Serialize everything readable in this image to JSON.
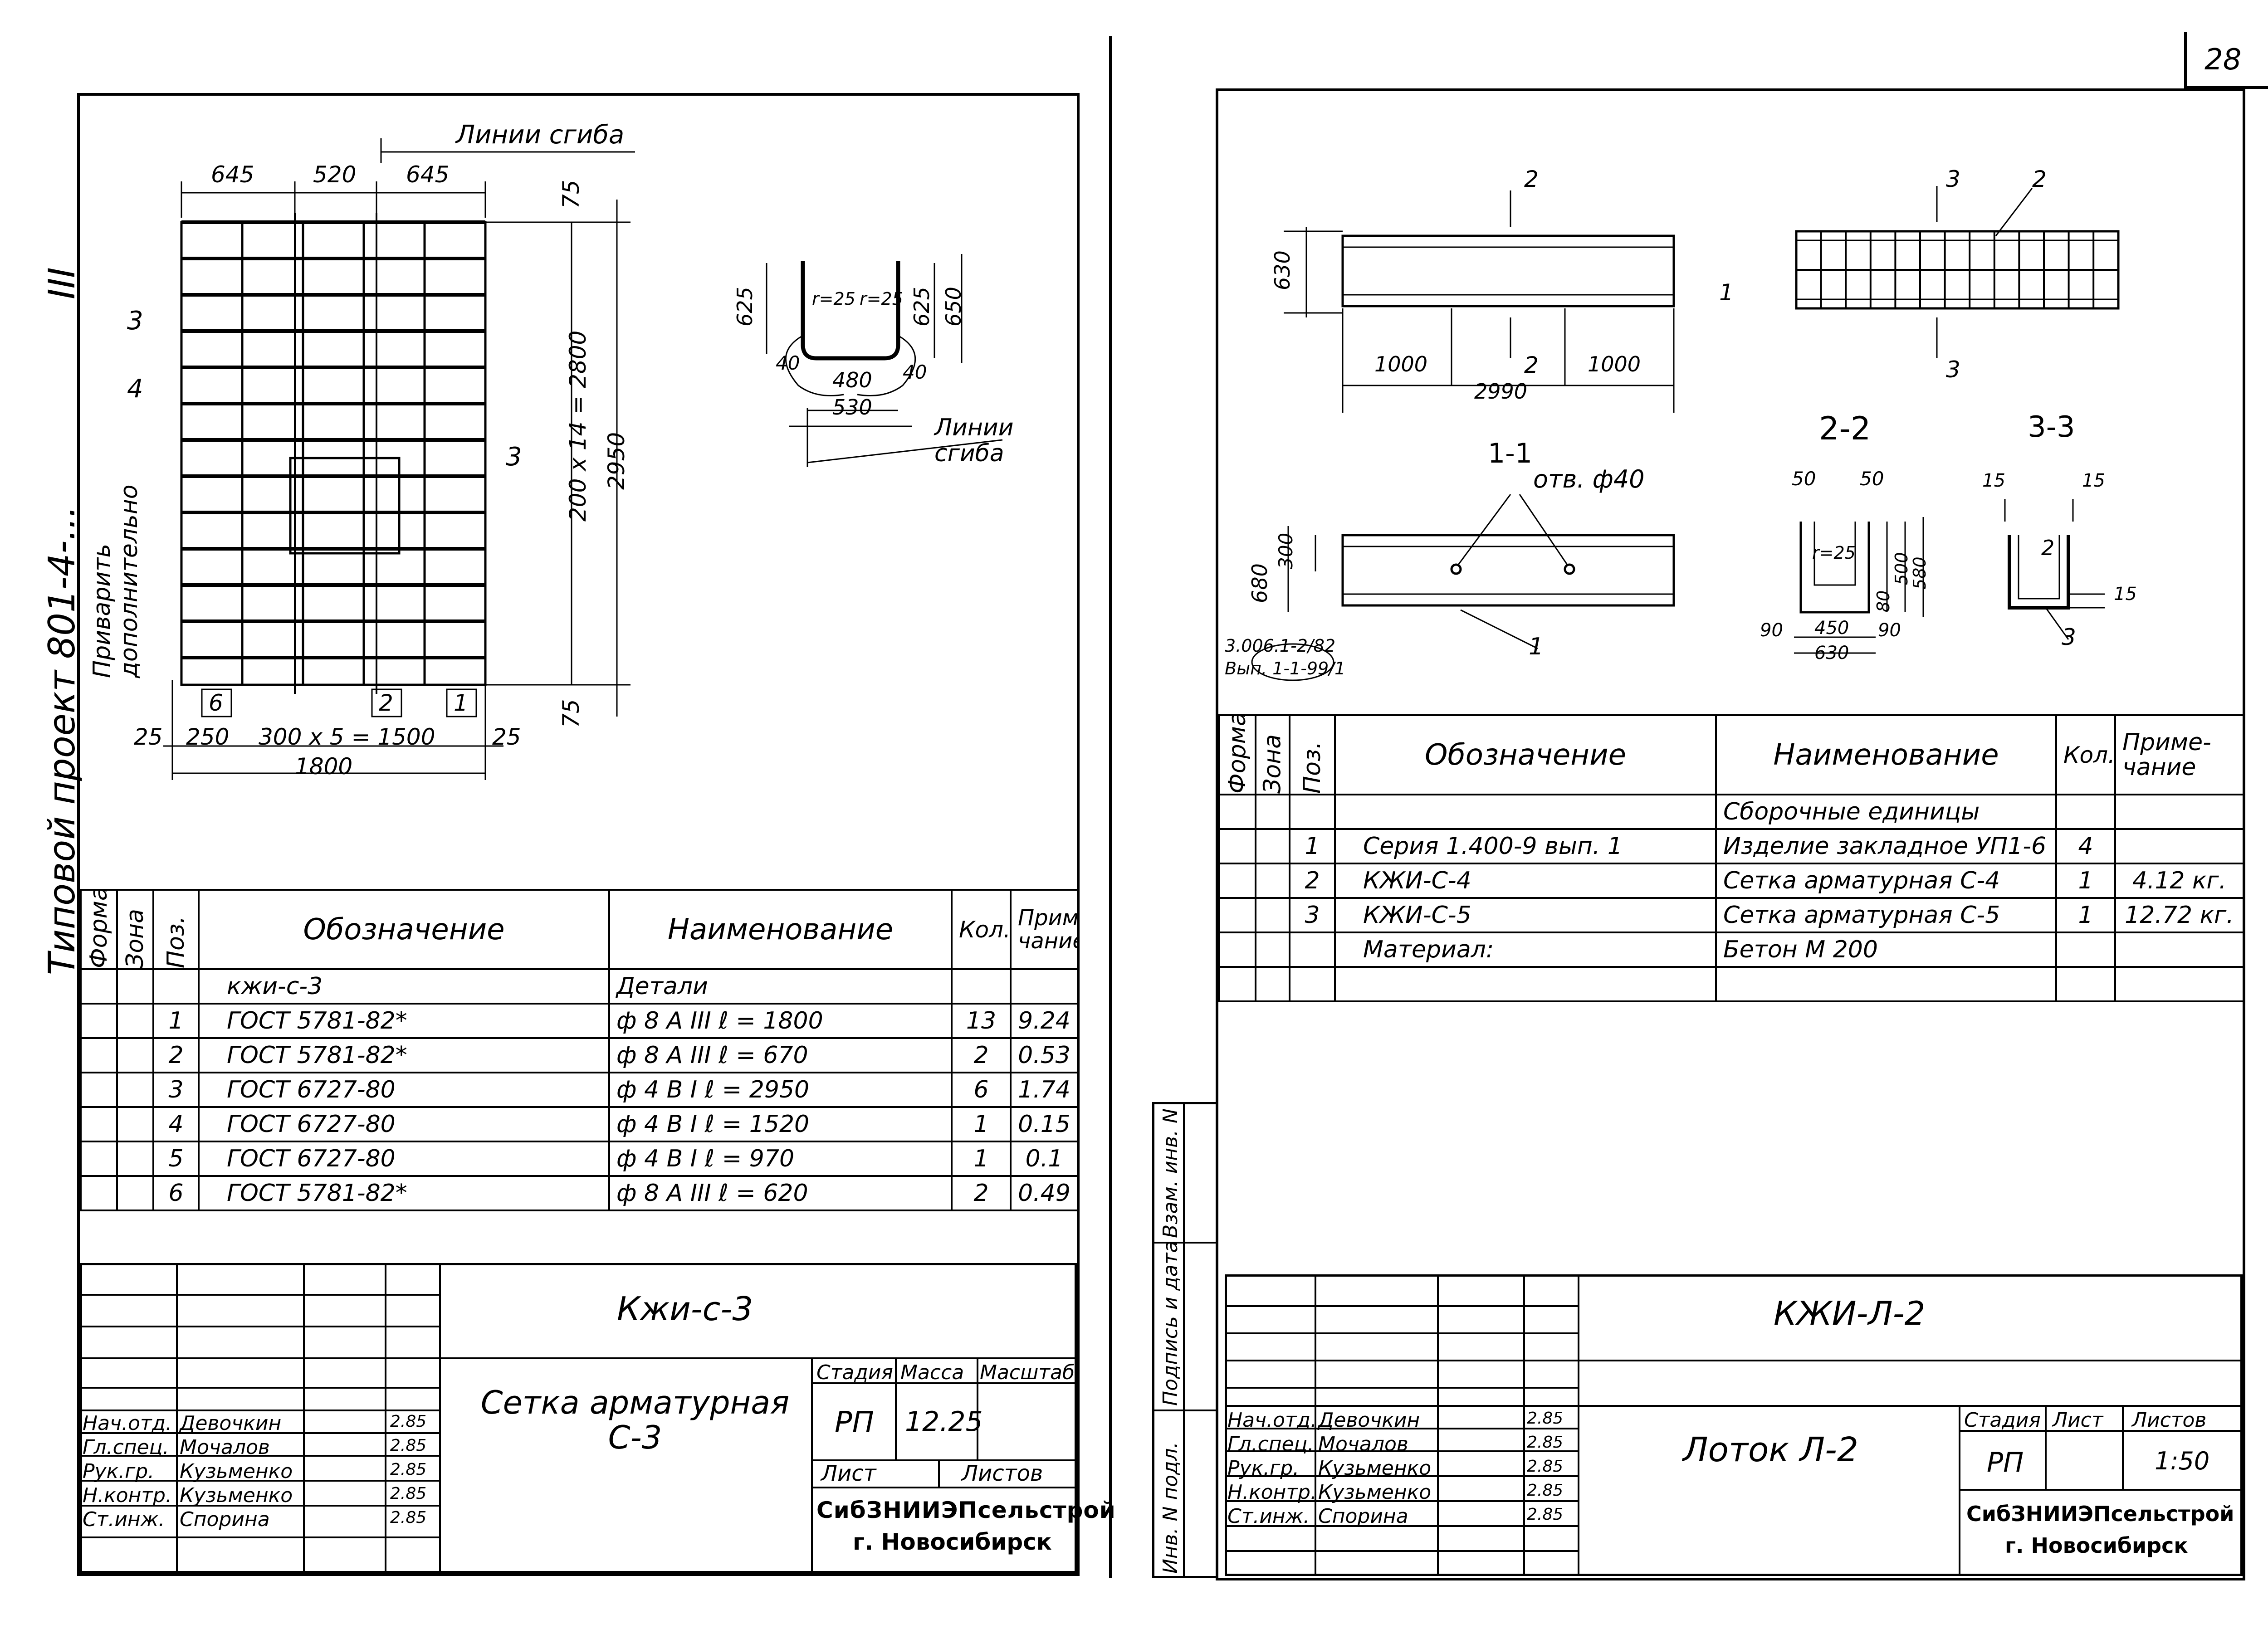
{
  "page_number": "28",
  "left_sheet": {
    "side_text": "Типовой проект 801-4-...",
    "side_numeral": "III",
    "drawing_labels": {
      "bend_lines_top": "Линии сгиба",
      "bend_lines_side": "Линии сгиба",
      "weld_note_1": "Приварить",
      "weld_note_2": "дополнительно",
      "dim_645a": "645",
      "dim_520": "520",
      "dim_645b": "645",
      "dim_75a": "75",
      "dim_75b": "75",
      "dim_2800": "200 x 14 = 2800",
      "dim_2950": "2950",
      "dim_25a": "25",
      "dim_250": "250",
      "dim_1500": "300 x 5 = 1500",
      "dim_25b": "25",
      "dim_1800": "1800",
      "pos_3a": "3",
      "pos_4": "4",
      "pos_3b": "3",
      "pos_6": "6",
      "pos_2": "2",
      "pos_1": "1",
      "prof_625a": "625",
      "prof_625b": "625",
      "prof_650": "650",
      "prof_r25a": "r=25",
      "prof_r25b": "r=25",
      "prof_40a": "40",
      "prof_40b": "40",
      "prof_480": "480",
      "prof_530": "530"
    },
    "table": {
      "headers": {
        "format": "Формат",
        "zone": "Зона",
        "pos": "Поз.",
        "designation": "Обозначение",
        "name": "Наименование",
        "qty": "Кол.",
        "note": "Приме-чание"
      },
      "rows": [
        {
          "pos": "",
          "designation": "кжи-с-3",
          "name": "Детали",
          "qty": "",
          "note": ""
        },
        {
          "pos": "1",
          "designation": "ГОСТ 5781-82*",
          "name": "ф 8 A III   ℓ = 1800",
          "qty": "13",
          "note": "9.24"
        },
        {
          "pos": "2",
          "designation": "ГОСТ 5781-82*",
          "name": "ф 8 A III   ℓ = 670",
          "qty": "2",
          "note": "0.53"
        },
        {
          "pos": "3",
          "designation": "ГОСТ 6727-80",
          "name": "ф 4 B I   ℓ = 2950",
          "qty": "6",
          "note": "1.74"
        },
        {
          "pos": "4",
          "designation": "ГОСТ 6727-80",
          "name": "ф 4 B I   ℓ = 1520",
          "qty": "1",
          "note": "0.15"
        },
        {
          "pos": "5",
          "designation": "ГОСТ 6727-80",
          "name": "ф 4 B I   ℓ = 970",
          "qty": "1",
          "note": "0.1"
        },
        {
          "pos": "6",
          "designation": "ГОСТ 5781-82*",
          "name": "ф 8 A III   ℓ = 620",
          "qty": "2",
          "note": "0.49"
        }
      ]
    },
    "title_block": {
      "code": "Кжи-с-3",
      "item_name": "Сетка арматурная С-3",
      "stage_label": "Стадия",
      "mass_label": "Масса",
      "scale_label": "Масштаб",
      "stage": "РП",
      "mass": "12.25",
      "sheet_label": "Лист",
      "sheets_label": "Листов",
      "org": "СибЗНИИЭПсельстрой",
      "city": "г. Новосибирск",
      "signers": [
        {
          "role": "Нач.отд.",
          "name": "Девочкин",
          "date": "2.85"
        },
        {
          "role": "Гл.спец.",
          "name": "Мочалов",
          "date": "2.85"
        },
        {
          "role": "Рук.гр.",
          "name": "Кузьменко",
          "date": "2.85"
        },
        {
          "role": "Н.контр.",
          "name": "Кузьменко",
          "date": "2.85"
        },
        {
          "role": "Ст.инж.",
          "name": "Спорина",
          "date": "2.85"
        }
      ]
    }
  },
  "right_sheet": {
    "side_labels": [
      "Инв. N подл.",
      "Подпись и дата",
      "Взам. инв. N"
    ],
    "drawing_labels": {
      "sec_2_top": "2",
      "sec_3_top": "3",
      "mark_2": "2",
      "dim_630": "630",
      "dim_1000a": "1000",
      "dim_1000b": "1000",
      "dim_2990": "2990",
      "sec_1_mark": "1",
      "sec_2_bottom": "2",
      "sec_3_bottom": "3",
      "section_1": "1-1",
      "section_2": "2-2",
      "section_3": "3-3",
      "hole": "отв. ф40",
      "dim_300": "300",
      "dim_680": "680",
      "ref_1": "3.006.1-2/82",
      "ref_2": "Вып. 1-1-99/1",
      "mark_1": "1",
      "s2_50a": "50",
      "s2_50b": "50",
      "s2_r25": "r=25",
      "s2_80": "80",
      "s2_500": "500",
      "s2_580": "580",
      "s2_90a": "90",
      "s2_450": "450",
      "s2_90b": "90",
      "s2_630": "630",
      "s3_15a": "15",
      "s3_15b": "15",
      "s3_2": "2",
      "s3_15c": "15",
      "s3_3": "3"
    },
    "table": {
      "headers": {
        "format": "Формат",
        "zone": "Зона",
        "pos": "Поз.",
        "designation": "Обозначение",
        "name": "Наименование",
        "qty": "Кол.",
        "note": "Приме-чание"
      },
      "rows": [
        {
          "pos": "",
          "designation": "",
          "name": "Сборочные единицы",
          "qty": "",
          "note": ""
        },
        {
          "pos": "1",
          "designation": "Серия 1.400-9 вып. 1",
          "name": "Изделие закладное УП1-6",
          "qty": "4",
          "note": ""
        },
        {
          "pos": "2",
          "designation": "КЖИ-С-4",
          "name": "Сетка арматурная С-4",
          "qty": "1",
          "note": "4.12 кг."
        },
        {
          "pos": "3",
          "designation": "КЖИ-С-5",
          "name": "Сетка арматурная С-5",
          "qty": "1",
          "note": "12.72 кг."
        },
        {
          "pos": "",
          "designation": "Материал:",
          "name": "Бетон М 200",
          "qty": "",
          "note": ""
        },
        {
          "pos": "",
          "designation": "",
          "name": "",
          "qty": "",
          "note": ""
        }
      ]
    },
    "title_block": {
      "code": "КЖИ-Л-2",
      "item_name": "Лоток Л-2",
      "stage_label": "Стадия",
      "sheet_label": "Лист",
      "sheets_label": "Листов",
      "stage": "РП",
      "scale": "1:50",
      "org": "СибЗНИИЭПсельстрой",
      "city": "г. Новосибирск",
      "signers": [
        {
          "role": "Нач.отд.",
          "name": "Девочкин",
          "date": "2.85"
        },
        {
          "role": "Гл.спец.",
          "name": "Мочалов",
          "date": "2.85"
        },
        {
          "role": "Рук.гр.",
          "name": "Кузьменко",
          "date": "2.85"
        },
        {
          "role": "Н.контр.",
          "name": "Кузьменко",
          "date": "2.85"
        },
        {
          "role": "Ст.инж.",
          "name": "Спорина",
          "date": "2.85"
        }
      ]
    }
  }
}
